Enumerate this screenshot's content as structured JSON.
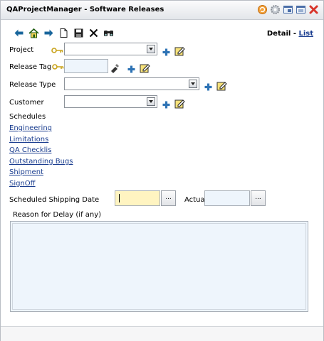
{
  "window": {
    "title": "QAProjectManager - Software Releases"
  },
  "titlebar_icons": [
    "refresh-icon",
    "settings-icon",
    "restore-icon",
    "maximize-icon",
    "close-icon"
  ],
  "toolbar": {
    "icons": [
      "back-icon",
      "home-icon",
      "forward-icon",
      "new-document-icon",
      "save-icon",
      "delete-icon",
      "find-icon"
    ]
  },
  "view": {
    "detail": "Detail",
    "separator": "-",
    "list": "List"
  },
  "form": {
    "project_label": "Project",
    "release_tag_label": "Release Tag",
    "release_type_label": "Release Type",
    "customer_label": "Customer",
    "project_value": "",
    "release_tag_value": "",
    "release_type_value": "",
    "customer_value": ""
  },
  "sections": {
    "schedules": "Schedules",
    "links": [
      "Engineering",
      "Limitations",
      "QA Checklis",
      "Outstanding Bugs",
      "Shipment",
      "SignOff"
    ]
  },
  "dates": {
    "scheduled_label": "Scheduled Shipping Date",
    "actual_label": "Actual",
    "picker_label": "..."
  },
  "reason": {
    "label": "Reason for Delay (if any)",
    "value": ""
  },
  "colors": {
    "link": "#1a3d8f",
    "required_highlight": "#fff4c1",
    "input_bg": "#eef5fc"
  }
}
